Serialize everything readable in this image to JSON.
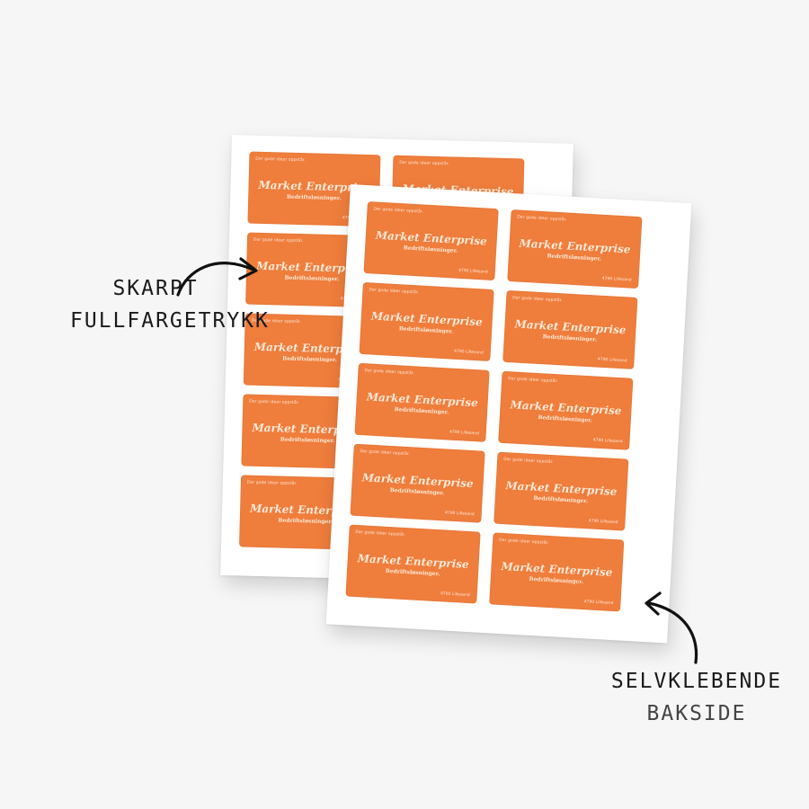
{
  "label": {
    "top_text": "Der gode ideer oppstår.",
    "title": "Market Enterprise",
    "subtitle": "Bedriftsløsninger.",
    "bottom_text": "4790 Lillesand"
  },
  "callouts": {
    "left": {
      "line_1": "SKARPT",
      "line_2": "FULLFARGETRYKK"
    },
    "right": {
      "line_1": "SELVKLEBENDE",
      "line_2": "BAKSIDE"
    }
  },
  "colors": {
    "label_orange": "#ef7d3c",
    "sheet_white": "#ffffff",
    "background": "#f6f6f6",
    "ink": "#1a1a1a"
  },
  "icons": [
    "curved-arrow-icon",
    "curved-arrow-icon"
  ]
}
